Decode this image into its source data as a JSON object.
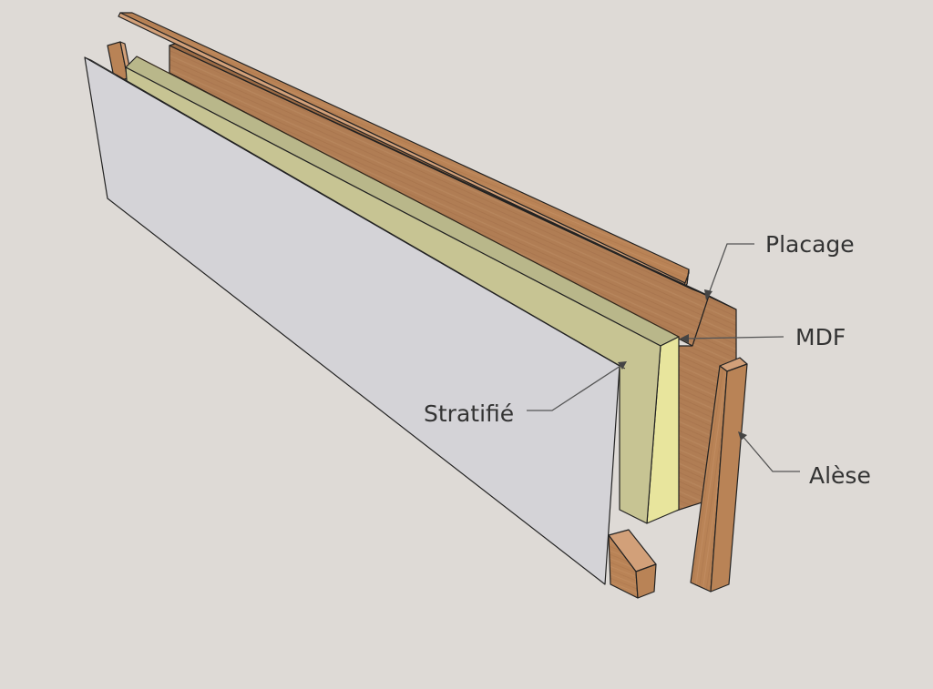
{
  "diagram": {
    "labels": {
      "placage": "Placage",
      "mdf": "MDF",
      "stratifie": "Stratifié",
      "alese": "Alèse"
    },
    "colors": {
      "background": "#dedad6",
      "laminate": "#d4d3d7",
      "mdf_face": "#b9b78a",
      "mdf_edge": "#e8e59d",
      "veneer": "#b07d54",
      "edge_band": "#b98356",
      "edge_band_light": "#d2a079",
      "text": "#333333"
    }
  }
}
